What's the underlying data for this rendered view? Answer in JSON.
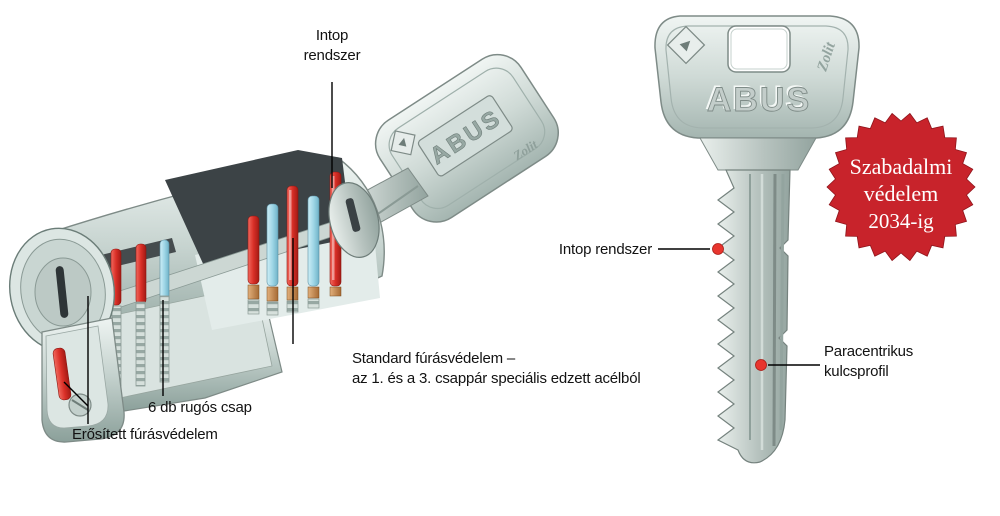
{
  "palette": {
    "pin_red": "#d92f27",
    "pin_cyan": "#9fd6e6",
    "spring_copper": "#c98e52",
    "metal_light": "#e9efec",
    "metal_dark": "#8ba09a",
    "badge_red": "#c8232b",
    "badge_text": "#ffffff",
    "pointer_dot_red": "#e8352e",
    "pointer_line": "#000000"
  },
  "cylinder_diagram": {
    "labels": {
      "intop": {
        "line1": "Intop",
        "line2": "rendszer"
      },
      "standard": {
        "line1": "Standard fúrásvédelem –",
        "line2": "az 1. és a 3. csappár speciális edzett acélból"
      },
      "springs": "6 db rugós csap",
      "reinforced": "Erősített fúrásvédelem"
    },
    "brand": {
      "abus": "ABUS",
      "zolit": "Zolit"
    }
  },
  "key_diagram": {
    "labels": {
      "intop": "Intop rendszer",
      "profile": {
        "line1": "Paracentrikus",
        "line2": "kulcsprofil"
      }
    },
    "brand": {
      "abus": "ABUS",
      "zolit": "Zolit"
    }
  },
  "badge": {
    "line1": "Szabadalmi",
    "line2": "védelem",
    "line3": "2034-ig",
    "color": "#c8232b",
    "text_color": "#ffffff"
  }
}
